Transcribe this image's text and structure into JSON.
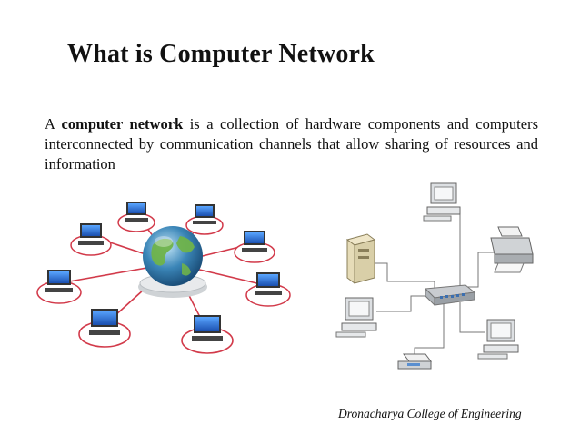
{
  "slide": {
    "title": "What is Computer Network",
    "paragraph_prefix": "A ",
    "paragraph_bold": "computer network",
    "paragraph_rest": " is a collection of hardware components and computers interconnected by communication channels that allow sharing of resources and information",
    "footer": "Dronacharya College of Engineering"
  },
  "illustrations": {
    "left": "star-network-globe-illustration",
    "right": "switched-network-devices-illustration"
  },
  "colors": {
    "accent_red": "#d23a4a",
    "globe_blue": "#3b86b8",
    "globe_green": "#6fb34a",
    "screen_blue": "#2a6fd6"
  }
}
